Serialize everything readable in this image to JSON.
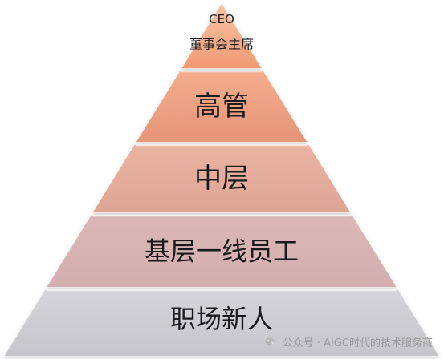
{
  "pyramid": {
    "levels": [
      {
        "lines": [
          "CEO",
          "董事会主席"
        ],
        "color_top": "#f7c4a6",
        "color_bottom": "#f19a73"
      },
      {
        "lines": [
          "高管"
        ],
        "color_top": "#f4ad8d",
        "color_bottom": "#e59577"
      },
      {
        "lines": [
          "中层"
        ],
        "color_top": "#e9b3a1",
        "color_bottom": "#dea595"
      },
      {
        "lines": [
          "基层一线员工"
        ],
        "color_top": "#dbb6b6",
        "color_bottom": "#d3aeb0"
      },
      {
        "lines": [
          "职场新人"
        ],
        "color_top": "#d5d5d9",
        "color_bottom": "#c5c5ca"
      }
    ]
  },
  "watermark": {
    "icon": "wechat-icon",
    "text": "公众号 · AIGC时代的技术服务商"
  }
}
